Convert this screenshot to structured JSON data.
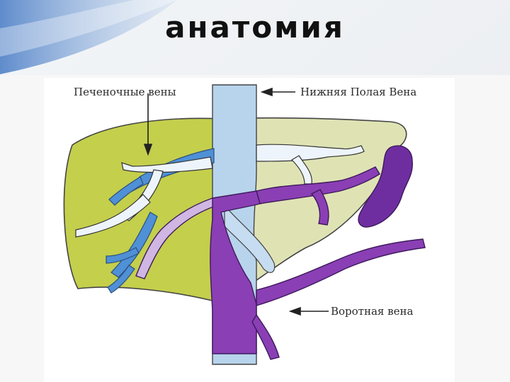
{
  "slide": {
    "title": "анатомия"
  },
  "diagram": {
    "labels": {
      "hepatic_veins": "Печеночные вены",
      "inferior_vena_cava": "Нижняя Полая Вена",
      "portal_vein": "Воротная вена"
    },
    "colors": {
      "liver_left": "#c4cf4c",
      "liver_right": "#dfe3b4",
      "vena_cava": "#b8d4ec",
      "hepatic_veins": "#4f90d6",
      "portal_vein": "#8a3fb4",
      "portal_light": "#d0b6e2",
      "gallbladder": "#6e2ea0"
    }
  }
}
